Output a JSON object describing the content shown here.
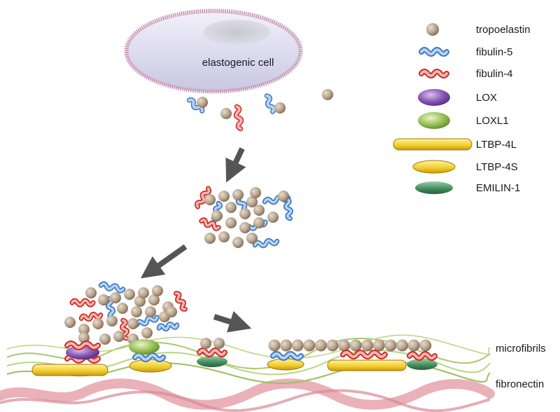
{
  "cell_label": "elastogenic cell",
  "legend": [
    {
      "key": "tropoelastin",
      "label": "tropoelastin"
    },
    {
      "key": "fibulin-5",
      "label": "fibulin-5"
    },
    {
      "key": "fibulin-4",
      "label": "fibulin-4"
    },
    {
      "key": "LOX",
      "label": "LOX"
    },
    {
      "key": "LOXL1",
      "label": "LOXL1"
    },
    {
      "key": "LTBP-4L",
      "label": "LTBP-4L"
    },
    {
      "key": "LTBP-4S",
      "label": "LTBP-4S"
    },
    {
      "key": "EMILIN-1",
      "label": "EMILIN-1"
    }
  ],
  "labels": {
    "microfibrils": "microfibrils",
    "fibronectin": "fibronectin"
  },
  "colors": {
    "tropoelastin": "#b8a48c",
    "fibulin5_fill": "#b9d3f0",
    "fibulin5_stroke": "#3a78c4",
    "fibulin4_fill": "#f2b6b0",
    "fibulin4_stroke": "#cc2a22",
    "lox": "#7a4aa8",
    "loxl1": "#8dba4a",
    "ltbp": "#f0cc2a",
    "emilin": "#3f8a5a",
    "microfibril": "#a8c870",
    "fibronectin": "#e8a8b0",
    "arrow": "#555555"
  }
}
